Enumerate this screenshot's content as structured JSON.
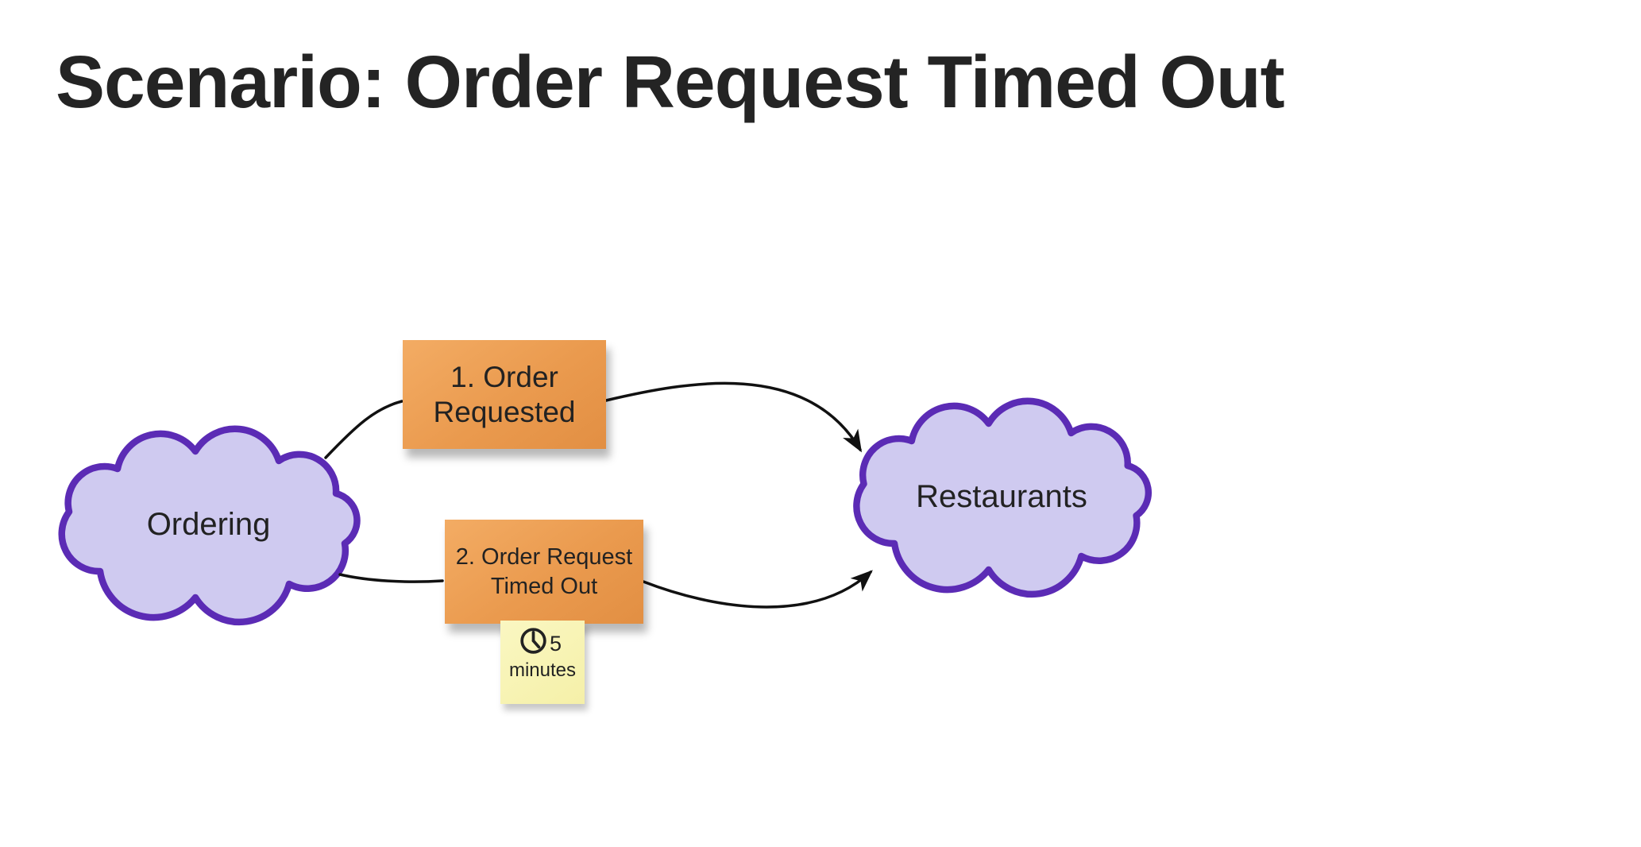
{
  "title": {
    "text": "Scenario: Order Request Timed Out"
  },
  "theme": {
    "page-bg": "#ffffff",
    "title-color": "#242424",
    "cloud-fill": "#cfcaf0",
    "cloud-border": "#5b2bb5",
    "note-orange-light": "#f3ac64",
    "note-orange": "#ea9a4e",
    "note-orange-dark": "#e28f43",
    "note-yellow-light": "#faf7c2",
    "note-yellow": "#f5f0a8",
    "arrow-color": "#111111",
    "text-color": "#222222"
  },
  "diagram": {
    "clouds": [
      {
        "label": "Ordering"
      },
      {
        "label": "Restaurants"
      }
    ],
    "notes": [
      {
        "line1": "1. Order",
        "line2": "Requested"
      },
      {
        "line1": "2. Order Request",
        "line2": "Timed Out"
      }
    ],
    "timer_note": {
      "icon": "clock-icon",
      "value": "5",
      "unit": "minutes"
    }
  }
}
